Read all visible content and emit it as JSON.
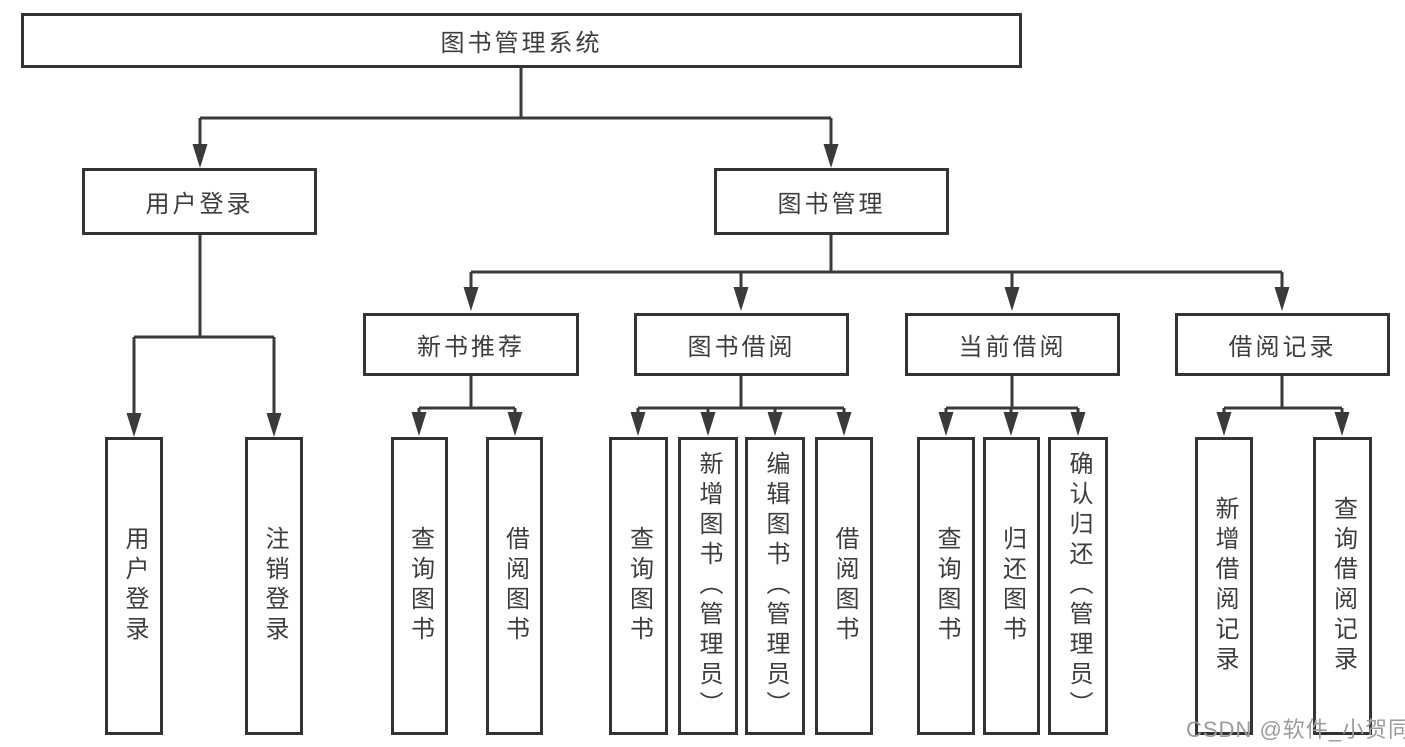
{
  "tree": {
    "root": {
      "label": "图书管理系统"
    },
    "children": [
      {
        "label": "用户登录",
        "children": [
          {
            "label": "用户登录"
          },
          {
            "label": "注销登录"
          }
        ]
      },
      {
        "label": "图书管理",
        "children": [
          {
            "label": "新书推荐",
            "children": [
              {
                "label": "查询图书"
              },
              {
                "label": "借阅图书"
              }
            ]
          },
          {
            "label": "图书借阅",
            "children": [
              {
                "label": "查询图书"
              },
              {
                "label": "新增图书（管理员）"
              },
              {
                "label": "编辑图书（管理员）"
              },
              {
                "label": "借阅图书"
              }
            ]
          },
          {
            "label": "当前借阅",
            "children": [
              {
                "label": "查询图书"
              },
              {
                "label": "归还图书"
              },
              {
                "label": "确认归还（管理员）"
              }
            ]
          },
          {
            "label": "借阅记录",
            "children": [
              {
                "label": "新增借阅记录"
              },
              {
                "label": "查询借阅记录"
              }
            ]
          }
        ]
      }
    ]
  },
  "watermark": {
    "text": "CSDN @软件_小贺同学",
    "color": "#9b9b9b"
  },
  "colors": {
    "line": "#3a3a3a",
    "box_border": "#333333",
    "box_fill": "#ffffff",
    "text": "#3d3d3d",
    "background": "#ffffff"
  }
}
